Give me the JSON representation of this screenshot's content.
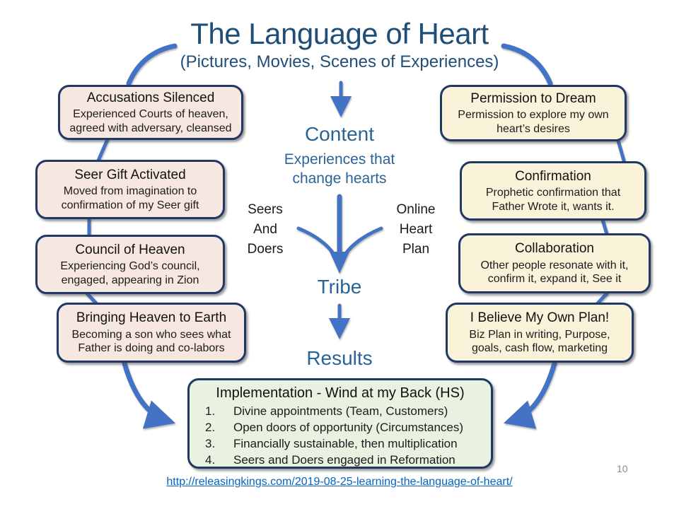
{
  "title": {
    "main": "The Language of Heart",
    "subtitle": "(Pictures, Movies, Scenes of Experiences)"
  },
  "left_boxes": [
    {
      "title": "Accusations Silenced",
      "body": "Experienced Courts of heaven, agreed with adversary, cleansed"
    },
    {
      "title": "Seer Gift Activated",
      "body": "Moved from imagination to confirmation of my Seer gift"
    },
    {
      "title": "Council of Heaven",
      "body": "Experiencing God’s council, engaged, appearing in Zion"
    },
    {
      "title": "Bringing Heaven to Earth",
      "body": "Becoming a son who sees what Father is doing and co-labors"
    }
  ],
  "right_boxes": [
    {
      "title": "Permission to Dream",
      "body": "Permission to explore my own heart’s desires"
    },
    {
      "title": "Confirmation",
      "body": "Prophetic confirmation that Father Wrote it, wants it."
    },
    {
      "title": "Collaboration",
      "body": "Other people resonate with it, confirm it, expand it, See it"
    },
    {
      "title": "I Believe My Own Plan!",
      "body": "Biz Plan in writing, Purpose, goals, cash flow, marketing"
    }
  ],
  "center": {
    "content_title": "Content",
    "content_subtitle": "Experiences that\nchange hearts",
    "left_label": "Seers\nAnd\nDoers",
    "right_label": "Online\nHeart\nPlan",
    "tribe": "Tribe",
    "results": "Results"
  },
  "implementation": {
    "title": "Implementation - Wind at my Back (HS)",
    "items": [
      "Divine appointments (Team, Customers)",
      "Open doors of opportunity (Circumstances)",
      "Financially sustainable, then multiplication",
      "Seers and Doers engaged in Reformation"
    ]
  },
  "footer": {
    "url": "http://releasingkings.com/2019-08-25-learning-the-language-of-heart/",
    "page_number": "10"
  },
  "colors": {
    "title_text": "#1F4E79",
    "center_text": "#2B6398",
    "arrow": "#4472C4",
    "box_border": "#1F3864",
    "left_box_fill": "#F6E8E1",
    "right_box_fill": "#FAF3D9",
    "green_box_fill": "#E9F1E1",
    "link": "#0563C1",
    "page_number": "#8A8A8A"
  }
}
